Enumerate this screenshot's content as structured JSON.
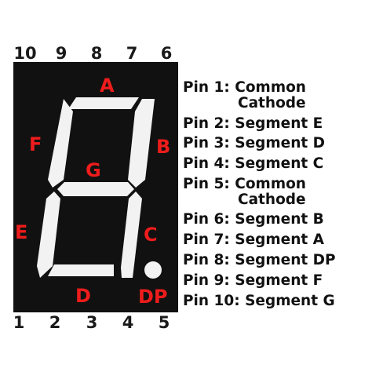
{
  "top_pins": [
    "10",
    "9",
    "8",
    "7",
    "6"
  ],
  "bottom_pins": [
    "1",
    "2",
    "3",
    "4",
    "5"
  ],
  "segments": {
    "A": "A",
    "B": "B",
    "C": "C",
    "D": "D",
    "E": "E",
    "F": "F",
    "G": "G",
    "DP": "DP"
  },
  "colors": {
    "display_bg": "#111111",
    "segment_fill": "#f2f2f2",
    "label_red": "#ee1c1c"
  },
  "pin_list": [
    {
      "label": "Pin 1:",
      "line1": "Common",
      "line2": "Cathode"
    },
    {
      "label": "Pin 2:",
      "line1": "Segment E"
    },
    {
      "label": "Pin 3:",
      "line1": "Segment D"
    },
    {
      "label": "Pin 4:",
      "line1": "Segment C"
    },
    {
      "label": "Pin 5:",
      "line1": "Common",
      "line2": "Cathode"
    },
    {
      "label": "Pin 6:",
      "line1": "Segment B"
    },
    {
      "label": "Pin 7:",
      "line1": "Segment A"
    },
    {
      "label": "Pin 8:",
      "line1": "Segment DP"
    },
    {
      "label": "Pin 9:",
      "line1": "Segment F"
    },
    {
      "label": "Pin 10:",
      "line1": "Segment G"
    }
  ]
}
